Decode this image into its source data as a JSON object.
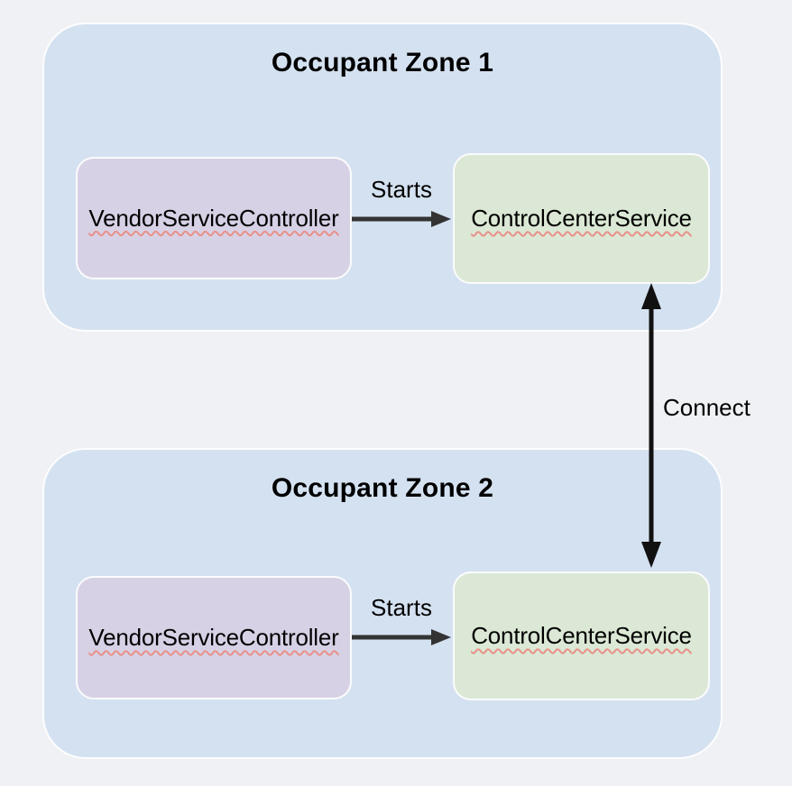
{
  "colors": {
    "background": "#f0f1f4",
    "zone_fill": "#d4e1f0",
    "zone_border": "#fdfdfe",
    "vendor_fill": "#d7d1e5",
    "service_fill": "#dbe8d5",
    "node_border": "#fbfbfc",
    "arrow_horizontal": "#333333",
    "arrow_vertical": "#111111",
    "text": "#000000",
    "spellcheck": "#e89189"
  },
  "zones": [
    {
      "title": "Occupant Zone 1",
      "nodes": {
        "vendor": {
          "label": "VendorServiceController"
        },
        "service": {
          "label": "ControlCenterService"
        }
      },
      "starts_arrow_label": "Starts"
    },
    {
      "title": "Occupant Zone 2",
      "nodes": {
        "vendor": {
          "label": "VendorServiceController"
        },
        "service": {
          "label": "ControlCenterService"
        }
      },
      "starts_arrow_label": "Starts"
    }
  ],
  "connect_arrow_label": "Connect"
}
